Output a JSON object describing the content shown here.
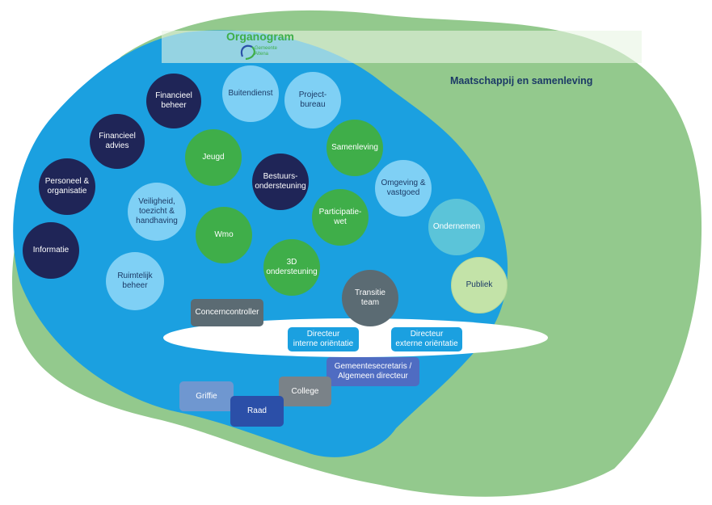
{
  "title": "Organogram",
  "logo": {
    "text": "Gemeente\nAltena"
  },
  "outer_label": "Maatschappij en samenleving",
  "circles": [
    {
      "id": "financieel-beheer",
      "label": "Financieel\nbeheer",
      "color": "#1f2557"
    },
    {
      "id": "financieel-advies",
      "label": "Financieel\nadvies",
      "color": "#1f2557"
    },
    {
      "id": "personeel-organisatie",
      "label": "Personeel &\norganisatie",
      "color": "#1f2557"
    },
    {
      "id": "informatie",
      "label": "Informatie",
      "color": "#1f2557"
    },
    {
      "id": "buitendienst",
      "label": "Buitendienst",
      "color": "#7fd0f5"
    },
    {
      "id": "projectbureau",
      "label": "Project-\nbureau",
      "color": "#7fd0f5"
    },
    {
      "id": "jeugd",
      "label": "Jeugd",
      "color": "#3fae49"
    },
    {
      "id": "bestuursondersteuning",
      "label": "Bestuurs-\nondersteuning",
      "color": "#1f2557"
    },
    {
      "id": "samenleving",
      "label": "Samenleving",
      "color": "#3fae49"
    },
    {
      "id": "veiligheid",
      "label": "Veiligheid,\ntoezicht &\nhandhaving",
      "color": "#7fd0f5"
    },
    {
      "id": "omgeving-vastgoed",
      "label": "Omgeving &\nvastgoed",
      "color": "#7fd0f5"
    },
    {
      "id": "participatiewet",
      "label": "Participatie-\nwet",
      "color": "#3fae49"
    },
    {
      "id": "wmo",
      "label": "Wmo",
      "color": "#3fae49"
    },
    {
      "id": "ondernemen",
      "label": "Ondernemen",
      "color": "#5bc4d9"
    },
    {
      "id": "3d-ondersteuning",
      "label": "3D\nondersteuning",
      "color": "#3fae49"
    },
    {
      "id": "ruimtelijk-beheer",
      "label": "Ruimtelijk\nbeheer",
      "color": "#7fd0f5"
    },
    {
      "id": "publiek",
      "label": "Publiek",
      "color": "#c3e3a8"
    },
    {
      "id": "transitieteam",
      "label": "Transitie\nteam",
      "color": "#5b6b73"
    }
  ],
  "boxes": [
    {
      "id": "concerncontroller",
      "label": "Concerncontroller",
      "color": "#5b6b73"
    },
    {
      "id": "directeur-intern",
      "label": "Directeur\ninterne oriëntatie",
      "color": "#1ba0e0"
    },
    {
      "id": "directeur-extern",
      "label": "Directeur\nexterne oriëntatie",
      "color": "#1ba0e0"
    },
    {
      "id": "gemeentesecretaris",
      "label": "Gemeentesecretaris /\nAlgemeen directeur",
      "color": "#4f6cc2"
    },
    {
      "id": "college",
      "label": "College",
      "color": "#7a8288"
    },
    {
      "id": "griffie",
      "label": "Griffie",
      "color": "#6f97d0"
    },
    {
      "id": "raad",
      "label": "Raad",
      "color": "#2b4fa8"
    }
  ],
  "colors": {
    "outer_green": "#93c98d",
    "inner_blue": "#1ba0e0",
    "header_band": "#cfe8c6"
  }
}
